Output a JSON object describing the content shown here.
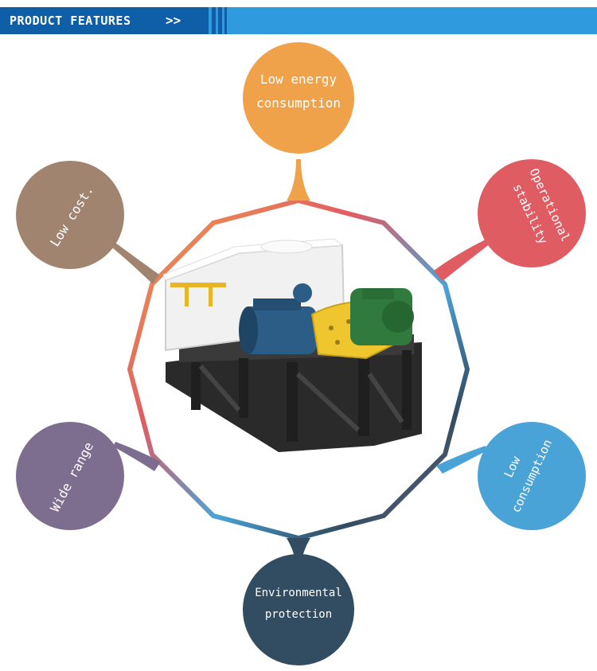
{
  "header": {
    "title": "PRODUCT FEATURES",
    "arrows": ">>"
  },
  "features": [
    {
      "lines": [
        "Low energy",
        "consumption"
      ],
      "color": "#f0a24a"
    },
    {
      "lines": [
        "Operational",
        "stability"
      ],
      "color": "#e05c63"
    },
    {
      "lines": [
        "Low",
        "consumption"
      ],
      "color": "#4aa3d6"
    },
    {
      "lines": [
        "Environmental",
        "protection"
      ],
      "color": "#324c62"
    },
    {
      "lines": [
        "Wide range"
      ],
      "color": "#7d6e90"
    },
    {
      "lines": [
        "Low cost."
      ],
      "color": "#a08470"
    }
  ],
  "product_image": {
    "subject": "industrial-mixer-machine-icon"
  }
}
